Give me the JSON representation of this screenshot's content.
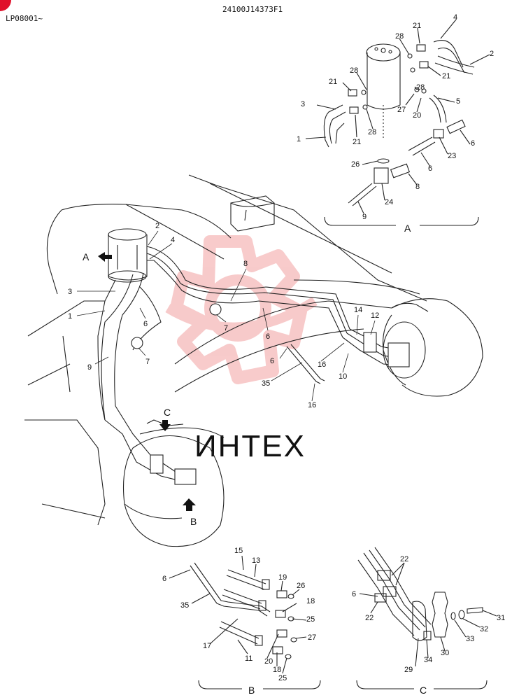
{
  "header": {
    "code": "LP08001~",
    "drawing_number": "24100J14373F1"
  },
  "watermark": {
    "text": "ИНТЕХ",
    "color": "#f2a0a0"
  },
  "accent_color": "#e0102a",
  "sections": {
    "a": "A",
    "b": "B",
    "c": "C"
  },
  "arrows": {
    "a": "A",
    "b": "B",
    "c": "C"
  },
  "callouts": {
    "main": {
      "p2": "2",
      "p4": "4",
      "p3": "3",
      "p1": "1",
      "p6a": "6",
      "p8": "8",
      "p7a": "7",
      "p7b": "7",
      "p9": "9",
      "p6b": "6",
      "p14": "14",
      "p12": "12",
      "p16a": "16",
      "p10": "10",
      "p6c": "6",
      "p35": "35",
      "p16b": "16"
    },
    "detail_a": {
      "p28a": "28",
      "p21a": "21",
      "p4": "4",
      "p2": "2",
      "p21b": "21",
      "p28b": "28",
      "p21c": "21",
      "p28c": "28",
      "p3": "3",
      "p27": "27",
      "p20": "20",
      "p5": "5",
      "p1": "1",
      "p21d": "21",
      "p28d": "28",
      "p6a": "6",
      "p23": "23",
      "p26": "26",
      "p6b": "6",
      "p8": "8",
      "p24": "24",
      "p9": "9"
    },
    "detail_b": {
      "p15": "15",
      "p13": "13",
      "p19": "19",
      "p26": "26",
      "p6": "6",
      "p18a": "18",
      "p35": "35",
      "p25a": "25",
      "p17": "17",
      "p27": "27",
      "p11": "11",
      "p20": "20",
      "p18b": "18",
      "p25b": "25"
    },
    "detail_c": {
      "p22a": "22",
      "p6": "6",
      "p22b": "22",
      "p31": "31",
      "p32": "32",
      "p33": "33",
      "p30": "30",
      "p34": "34",
      "p29": "29"
    }
  }
}
